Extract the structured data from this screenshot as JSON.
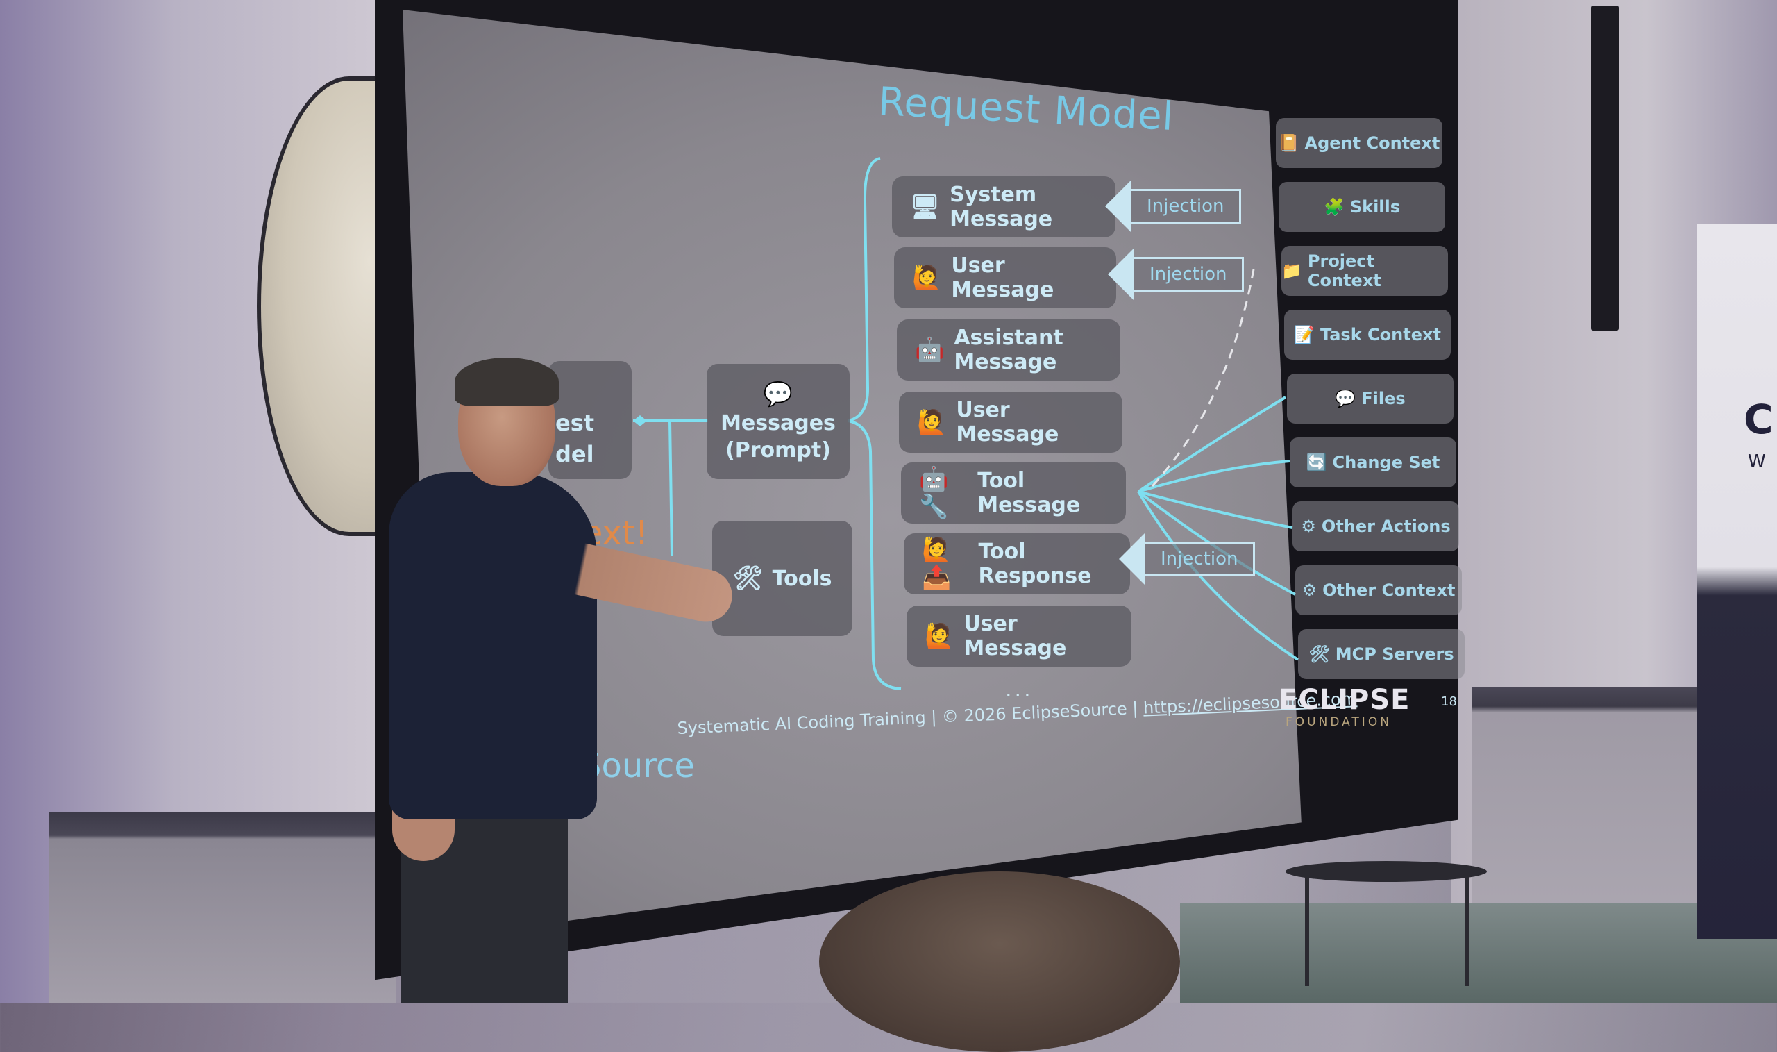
{
  "slide": {
    "title": "Request Model",
    "left_partial": {
      "top": "est",
      "bottom": "del",
      "red": "text!",
      "source": "Source"
    },
    "hub_messages": {
      "icon": "💬",
      "line1": "Messages",
      "line2": "(Prompt)"
    },
    "hub_tools": {
      "icon": "🛠",
      "label": "Tools"
    },
    "messages": [
      {
        "icon": "🖥",
        "label": "System Message"
      },
      {
        "icon": "🙋",
        "label": "User Message"
      },
      {
        "icon": "🤖",
        "label": "Assistant Message"
      },
      {
        "icon": "🙋",
        "label": "User Message"
      },
      {
        "icon": "🤖🔧",
        "label": "Tool Message"
      },
      {
        "icon": "🙋📤",
        "label": "Tool Response"
      },
      {
        "icon": "🙋",
        "label": "User Message"
      }
    ],
    "injection_label": "Injection",
    "ellipsis": "...",
    "context_items": [
      {
        "icon": "📔",
        "label": "Agent Context"
      },
      {
        "icon": "🧩",
        "label": "Skills"
      },
      {
        "icon": "📁",
        "label": "Project Context"
      },
      {
        "icon": "📝",
        "label": "Task Context"
      },
      {
        "icon": "💬",
        "label": "Files"
      },
      {
        "icon": "🔄",
        "label": "Change Set"
      },
      {
        "icon": "⚙",
        "label": "Other Actions"
      },
      {
        "icon": "⚙",
        "label": "Other Context"
      },
      {
        "icon": "🛠",
        "label": "MCP Servers"
      }
    ],
    "footer": {
      "text": "Systematic AI Coding Training | © 2026 EclipseSource | ",
      "link": "https://eclipsesource.com"
    },
    "logo": {
      "name": "ECLIPSE",
      "sub": "FOUNDATION"
    },
    "page_number": "18"
  },
  "banner": {
    "big": "C",
    "small": "W"
  },
  "colors": {
    "accent": "#78c9e6",
    "line": "#7fdff0",
    "box": "#5f5e65"
  }
}
